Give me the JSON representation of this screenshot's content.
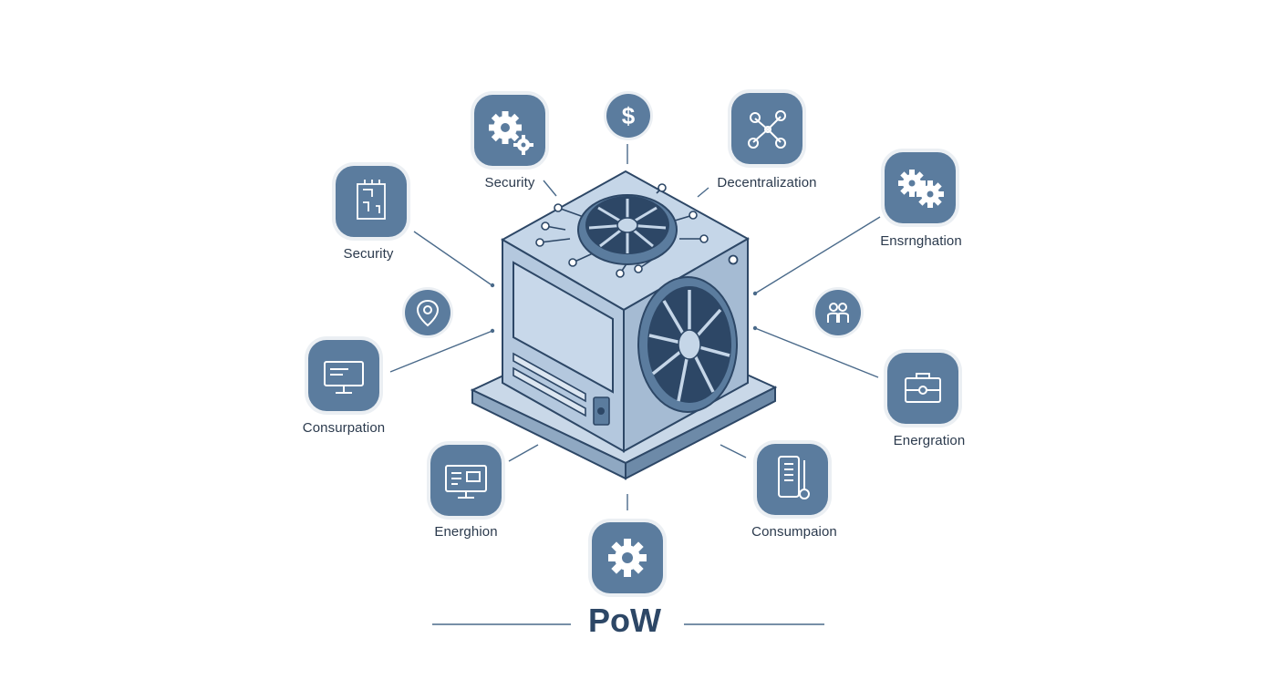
{
  "title": "PoW",
  "labels": {
    "security_top": "Security",
    "decentralization": "Decentralization",
    "security_left": "Security",
    "ensrnghation": "Ensrnghation",
    "consurpation": "Consurpation",
    "energration": "Energration",
    "energhion": "Energhion",
    "consumpaion": "Consumpaion"
  },
  "icons": {
    "security_top": "gears-icon",
    "dollar": "dollar-icon",
    "decentralization": "network-icon",
    "security_left": "circuit-board-icon",
    "ensrnghation": "gears-icon",
    "location": "location-pin-icon",
    "people": "people-icon",
    "consurpation": "monitor-icon",
    "energration": "briefcase-icon",
    "energhion": "monitor-icon",
    "consumpaion": "phone-thermometer-icon",
    "pow": "gear-icon"
  },
  "colors": {
    "tile": "#5b7c9e",
    "line": "#4a6a8a",
    "title": "#2d4766",
    "machine_face": "#b8cbe0",
    "machine_dark": "#2d4766"
  }
}
